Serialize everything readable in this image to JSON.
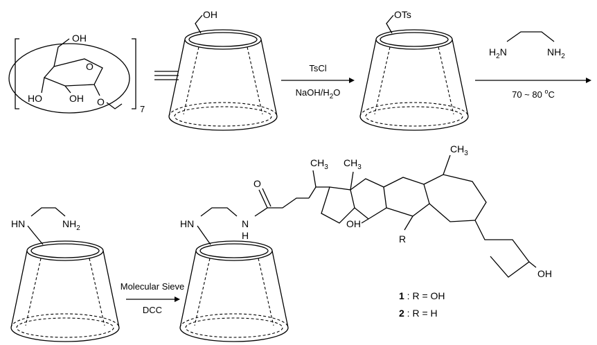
{
  "glucose_unit": {
    "oh_top": "OH",
    "ho_left": "HO",
    "oh_mid": "OH",
    "ring_o": "O",
    "link_o": "O",
    "repeat": "7"
  },
  "cd1": {
    "sub": "OH"
  },
  "step1": {
    "reagent_top": "TsCl",
    "reagent_bottom_pre": "NaOH/H",
    "reagent_bottom_sub": "2",
    "reagent_bottom_post": "O"
  },
  "cd2": {
    "sub": "OTs"
  },
  "step2": {
    "amine_left_pre": "H",
    "amine_left_sub": "2",
    "amine_left_post": "N",
    "amine_right_pre": "NH",
    "amine_right_sub": "2",
    "cond_pre": "70 ~ 80 ",
    "cond_sup": "o",
    "cond_post": "C"
  },
  "cd3": {
    "hn": "HN",
    "nh2_pre": "NH",
    "nh2_sub": "2"
  },
  "step3": {
    "reagent_top": "Molecular Sieve",
    "reagent_bottom": "DCC"
  },
  "product": {
    "hn": "HN",
    "nh_n": "N",
    "nh_h": "H",
    "carbonyl_o": "O",
    "ch3_side_pre": "CH",
    "ch3_side_sub": "3",
    "ch3_d_pre": "CH",
    "ch3_d_sub": "3",
    "ch3_a_pre": "CH",
    "ch3_a_sub": "3",
    "oh_ring": "OH",
    "r_label": "R",
    "oh_end": "OH"
  },
  "legend": [
    {
      "num": "1",
      "text": " : R = OH"
    },
    {
      "num": "2",
      "text": " : R = H"
    }
  ]
}
